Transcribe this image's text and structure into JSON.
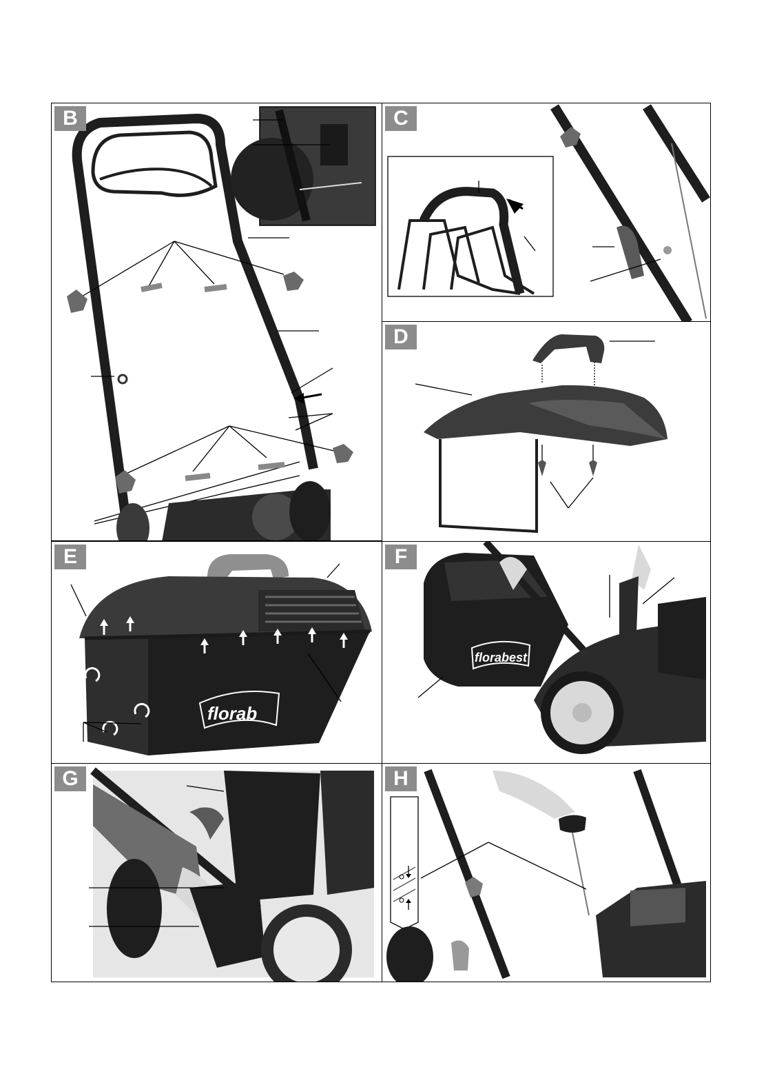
{
  "panels": [
    {
      "id": "B",
      "label": "B"
    },
    {
      "id": "C",
      "label": "C"
    },
    {
      "id": "D",
      "label": "D"
    },
    {
      "id": "E",
      "label": "E"
    },
    {
      "id": "F",
      "label": "F"
    },
    {
      "id": "G",
      "label": "G"
    },
    {
      "id": "H",
      "label": "H"
    }
  ],
  "brand": {
    "logo_text": "florabest",
    "logo_text_cropped": "florab"
  },
  "colors": {
    "label_bg": "#8c8c8c",
    "frame": "#000000",
    "photo_dark": "#2b2b2b",
    "photo_mid": "#6d6d6d",
    "photo_light": "#d9d9d9"
  }
}
